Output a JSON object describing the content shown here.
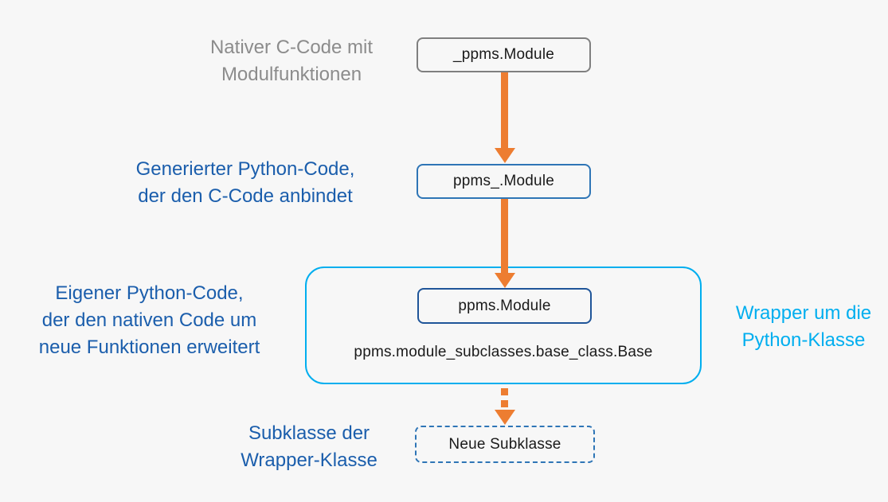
{
  "colors": {
    "background": "#f7f7f7",
    "arrow_orange": "#ed7d31",
    "gray_border": "#7f7f7f",
    "gray_text": "#8c8c8c",
    "dark_blue_text": "#1b5eac",
    "blue_border": "#2e75b6",
    "navy_border": "#1f5599",
    "cyan": "#00aeef"
  },
  "nodes": {
    "native": {
      "label": "_ppms.Module"
    },
    "generated": {
      "label": "ppms_.Module"
    },
    "wrapper": {
      "label": "ppms.Module"
    },
    "base_class": {
      "label": "ppms.module_subclasses.base_class.Base"
    },
    "subclass": {
      "label": "Neue Subklasse"
    }
  },
  "annotations": {
    "native": {
      "lines": [
        "Nativer C-Code mit",
        "Modulfunktionen"
      ]
    },
    "generated": {
      "lines": [
        "Generierter Python-Code,",
        "der den C-Code anbindet"
      ]
    },
    "own": {
      "lines": [
        "Eigener Python-Code,",
        "der den nativen Code um",
        "neue Funktionen erweitert"
      ]
    },
    "wrapper": {
      "lines": [
        "Wrapper um die",
        "Python-Klasse"
      ]
    },
    "subclass": {
      "lines": [
        "Subklasse der",
        "Wrapper-Klasse"
      ]
    }
  }
}
